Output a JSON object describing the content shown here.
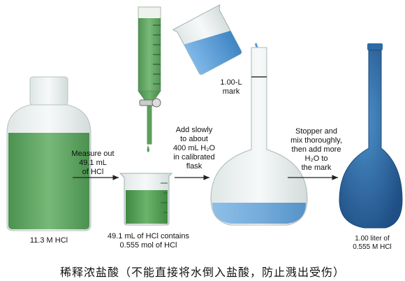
{
  "stock_label": "11.3 M HCl",
  "step1_label": [
    "Measure out",
    "49.1 mL",
    "of HCl"
  ],
  "beaker_label": [
    "49.1 mL of HCl contains",
    "0.555 mol of HCl"
  ],
  "step2_label": [
    "Add slowly",
    "to about",
    "400 mL H₂O",
    "in calibrated",
    "flask"
  ],
  "mark_label": [
    "1.00-L",
    "mark"
  ],
  "step3_label": [
    "Stopper and",
    "mix thoroughly,",
    "then add more",
    "H₂O to",
    "the mark"
  ],
  "final_label": [
    "1.00 liter of",
    "0.555 M HCl"
  ],
  "caption": "稀释浓盐酸（不能直接将水倒入盐酸，防止溅出受伤）",
  "colors": {
    "green_liquid": "#4e9a4e",
    "blue_liquid": "#5b9bd0",
    "final_blue": "#2d6aa6"
  }
}
